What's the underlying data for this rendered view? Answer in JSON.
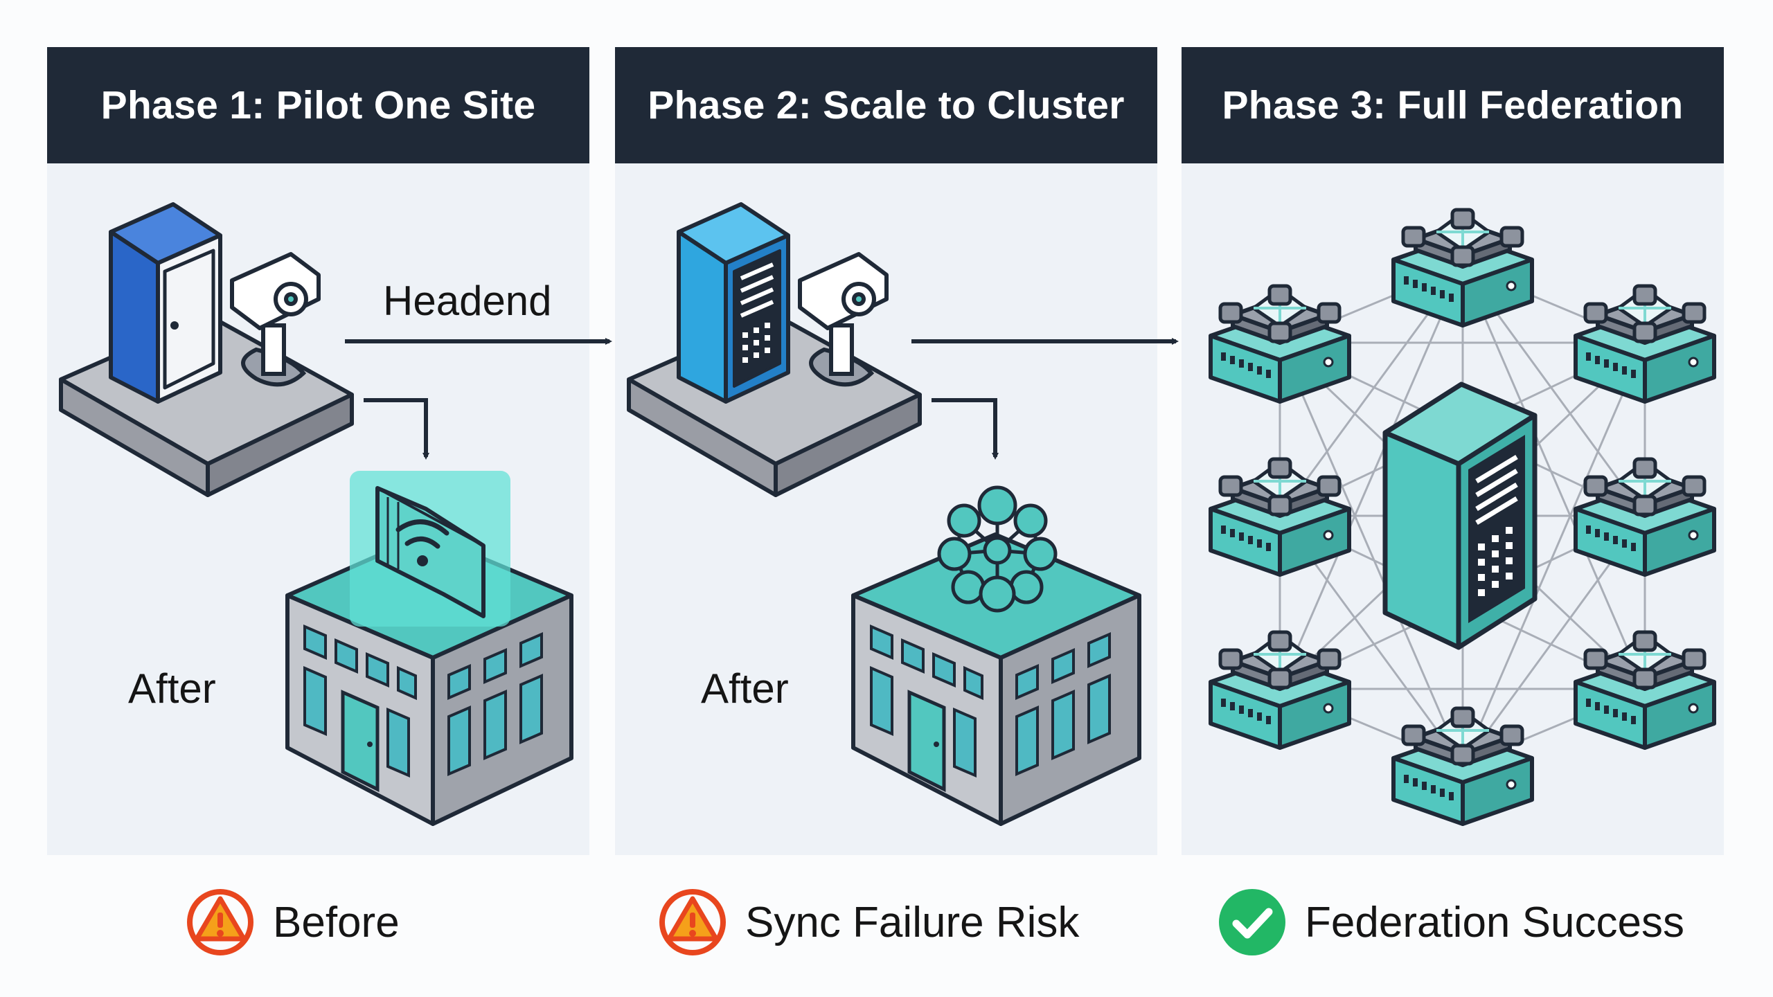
{
  "phases": [
    {
      "title": "Phase 1: Pilot One Site"
    },
    {
      "title": "Phase 2: Scale to Cluster"
    },
    {
      "title": "Phase 3: Full Federation"
    }
  ],
  "labels": {
    "headend": "Headend",
    "after_1": "After",
    "after_2": "After"
  },
  "statuses": [
    {
      "text": "Before",
      "icon": "warning-icon",
      "color": "#e8461e"
    },
    {
      "text": "Sync Failure Risk",
      "icon": "warning-icon",
      "color": "#e8461e"
    },
    {
      "text": "Federation Success",
      "icon": "check-circle-icon",
      "color": "#22b765"
    }
  ],
  "colors": {
    "header": "#1f2937",
    "panel": "#eef2f7",
    "teal": "#52c7bf",
    "blue": "#2a66c8",
    "sky": "#2fa6df"
  }
}
